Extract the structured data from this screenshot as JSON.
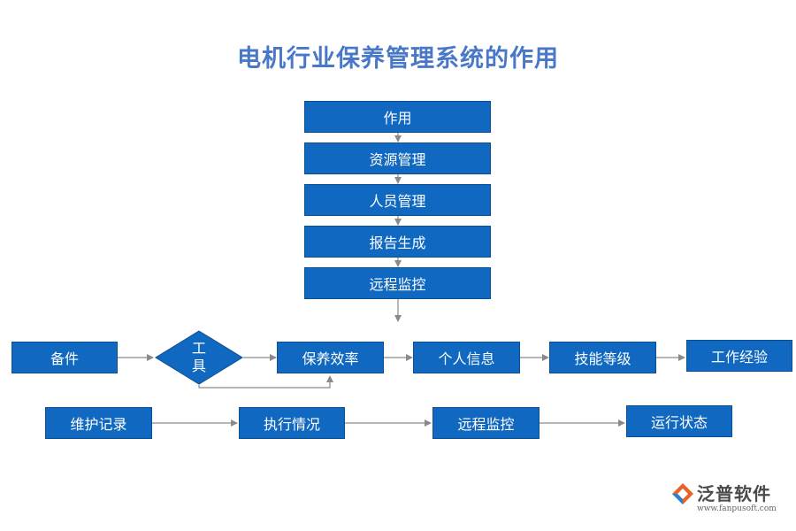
{
  "title": "电机行业保养管理系统的作用",
  "flow_nodes": {
    "zuoyong": "作用",
    "ziyuan": "资源管理",
    "renyuan": "人员管理",
    "baogao": "报告生成",
    "yuancheng_top": "远程监控"
  },
  "row1": {
    "beijian": "备件",
    "gongju": "工具",
    "xiaolv": "保养效率",
    "geren": "个人信息",
    "jineng": "技能等级",
    "jingyan": "工作经验"
  },
  "row2": {
    "weihu": "维护记录",
    "zhixing": "执行情况",
    "yuancheng": "远程监控",
    "yunxing": "运行状态"
  },
  "logo": {
    "name": "泛普软件",
    "url": "www.fanpusoft.com"
  },
  "colors": {
    "box": "#1068c0",
    "title": "#4a78c8",
    "arrow": "#8a8a8a"
  }
}
